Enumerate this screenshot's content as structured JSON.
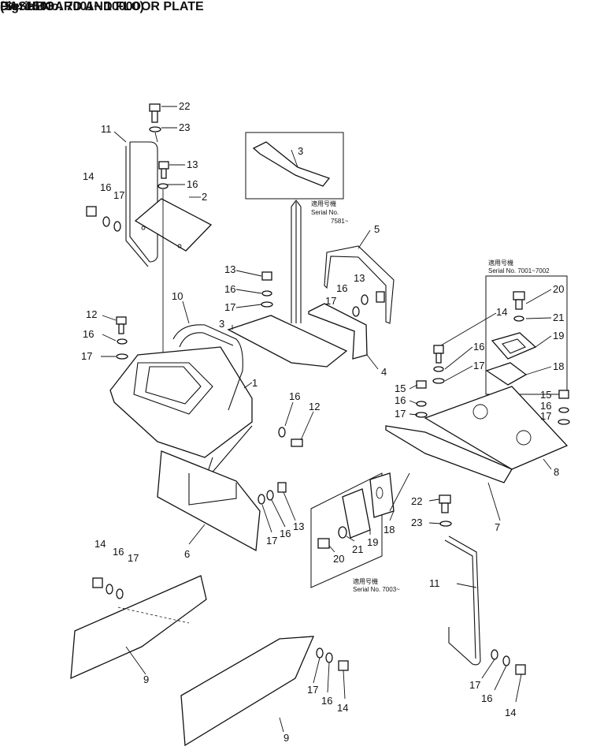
{
  "header": {
    "fig_number": "Fig. 1503",
    "title": "DASHBOARD AND FLOOR PLATE",
    "serial": "(Serial No. 7001~ 10000)"
  },
  "notes": {
    "note_a_line1": "適用号機",
    "note_a_line2": "Serial No.",
    "note_a_line3": "7581~",
    "note_b_line1": "適用号機",
    "note_b_line2": "Serial No. 7001~7002",
    "note_c_line1": "適用号機",
    "note_c_line2": "Serial No. 7003~"
  },
  "callouts": [
    "22",
    "23",
    "11",
    "13",
    "16",
    "14",
    "16",
    "17",
    "2",
    "3",
    "5",
    "13",
    "16",
    "13",
    "16",
    "17",
    "17",
    "3",
    "4",
    "10",
    "12",
    "16",
    "17",
    "1",
    "16",
    "12",
    "20",
    "21",
    "19",
    "18",
    "14",
    "16",
    "17",
    "15",
    "16",
    "17",
    "15",
    "16",
    "17",
    "8",
    "6",
    "13",
    "16",
    "17",
    "22",
    "23",
    "7",
    "18",
    "19",
    "21",
    "20",
    "14",
    "16",
    "17",
    "9",
    "11",
    "17",
    "16",
    "14",
    "9",
    "17",
    "16",
    "14"
  ]
}
